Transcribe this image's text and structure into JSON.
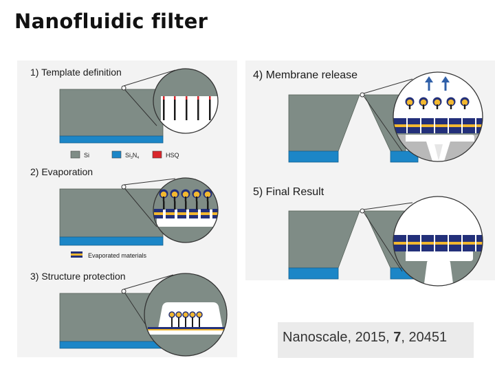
{
  "title": "Nanofluidic filter",
  "steps": [
    {
      "label": "1) Template definition"
    },
    {
      "label": "2) Evaporation"
    },
    {
      "label": "3) Structure protection"
    },
    {
      "label": "4) Membrane release"
    },
    {
      "label": "5) Final Result"
    }
  ],
  "legend": {
    "si": "Si",
    "si3n4_main": "Si",
    "si3n4_sub1": "3",
    "si3n4_n": "N",
    "si3n4_sub2": "4",
    "hsq": "HSQ",
    "evaporated": "Evaporated materials"
  },
  "citation": {
    "journal": "Nanoscale, 2015, ",
    "volume": "7",
    "pages": ", 20451"
  },
  "colors": {
    "si": "#7f8c86",
    "si3n4": "#1c86c7",
    "hsq": "#d9262b",
    "evaporated_dark": "#23307a",
    "evaporated_light": "#f2b830",
    "panel_bg": "#f3f3f3"
  }
}
